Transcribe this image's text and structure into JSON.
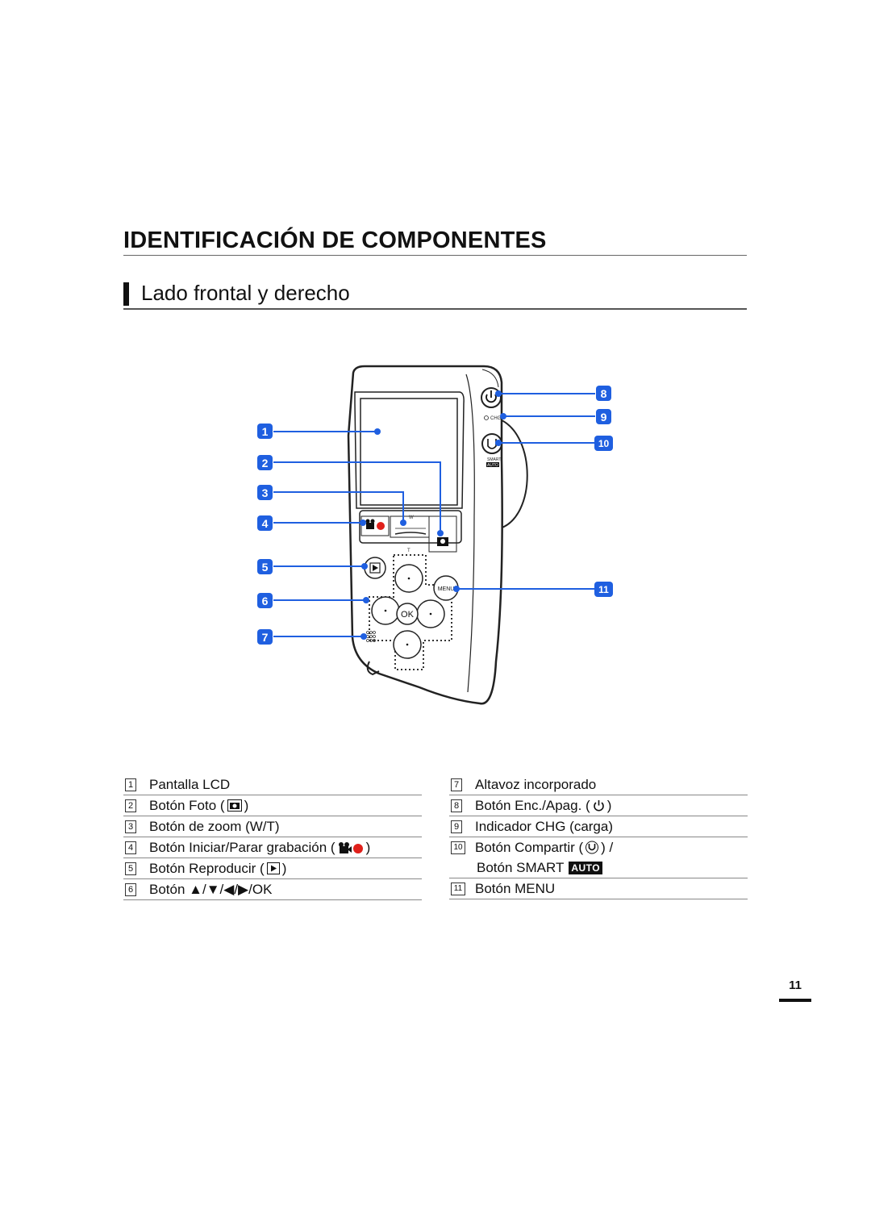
{
  "title": "IDENTIFICACIÓN DE COMPONENTES",
  "section": "Lado frontal y derecho",
  "callouts": [
    "1",
    "2",
    "3",
    "4",
    "5",
    "6",
    "7",
    "8",
    "9",
    "10",
    "11"
  ],
  "device_labels": {
    "chg": "CHG",
    "ok": "OK",
    "menu": "MENU",
    "smart": "SMART",
    "auto": "AUTO",
    "w": "W",
    "t": "T"
  },
  "legend_left": [
    {
      "num": "1",
      "label": "Pantalla LCD"
    },
    {
      "num": "2",
      "label": "Botón Foto (",
      "suffix": ")",
      "icon": "camera-icon"
    },
    {
      "num": "3",
      "label": "Botón de zoom (W/T)"
    },
    {
      "num": "4",
      "label": "Botón Iniciar/Parar grabación (",
      "suffix": ")",
      "icon": "movie-record-icon"
    },
    {
      "num": "5",
      "label": "Botón Reproducir (",
      "suffix": ")",
      "icon": "play-icon"
    },
    {
      "num": "6",
      "label": "Botón ▲/▼/◀/▶/OK"
    }
  ],
  "legend_right": [
    {
      "num": "7",
      "label": "Altavoz incorporado"
    },
    {
      "num": "8",
      "label": "Botón Enc./Apag. (",
      "suffix": ")",
      "icon": "power-icon"
    },
    {
      "num": "9",
      "label": "Indicador CHG (carga)"
    },
    {
      "num": "10",
      "label": "Botón Compartir (",
      "suffix": ") /",
      "icon": "share-icon",
      "cont": "Botón SMART",
      "badge": "AUTO"
    },
    {
      "num": "11",
      "label": "Botón MENU"
    }
  ],
  "page_number": "11",
  "colors": {
    "accent": "#1f5fe0",
    "text": "#111111"
  }
}
